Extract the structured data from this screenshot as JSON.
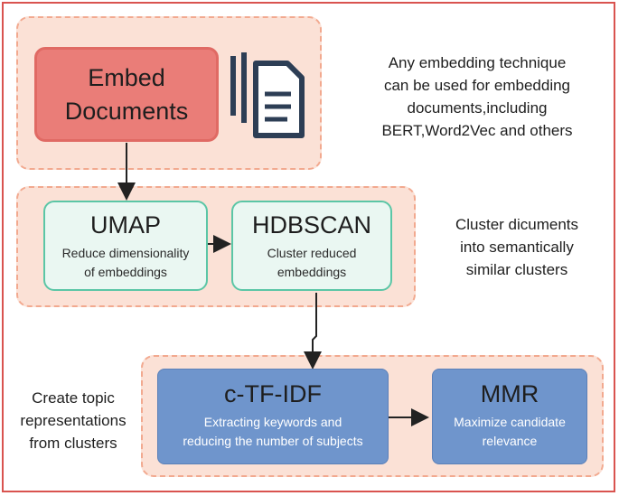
{
  "embed": {
    "title": "Embed\nDocuments"
  },
  "notes": {
    "embedding": "Any embedding technique\ncan be used for embedding\ndocuments,including\nBERT,Word2Vec and others",
    "cluster": "Cluster dicuments\ninto semantically\nsimilar clusters",
    "topic": "Create topic\nrepresentations\nfrom clusters"
  },
  "umap": {
    "title": "UMAP",
    "sub": "Reduce dimensionality\nof embeddings"
  },
  "hdbscan": {
    "title": "HDBSCAN",
    "sub": "Cluster reduced\nembeddings"
  },
  "ctfidf": {
    "title": "c-TF-IDF",
    "sub": "Extracting keywords and\nreducing the number of subjects"
  },
  "mmr": {
    "title": "MMR",
    "sub": "Maximize candidate\nrelevance"
  },
  "icons": {
    "documents": "documents-icon"
  },
  "colors": {
    "border": "#d9534f",
    "group_fill": "#fbe1d6",
    "group_dash": "#f2a98f",
    "embed_fill": "#ea7d78",
    "green_fill": "#eaf7f2",
    "green_border": "#5bc6a6",
    "blue_fill": "#6f95cc"
  }
}
